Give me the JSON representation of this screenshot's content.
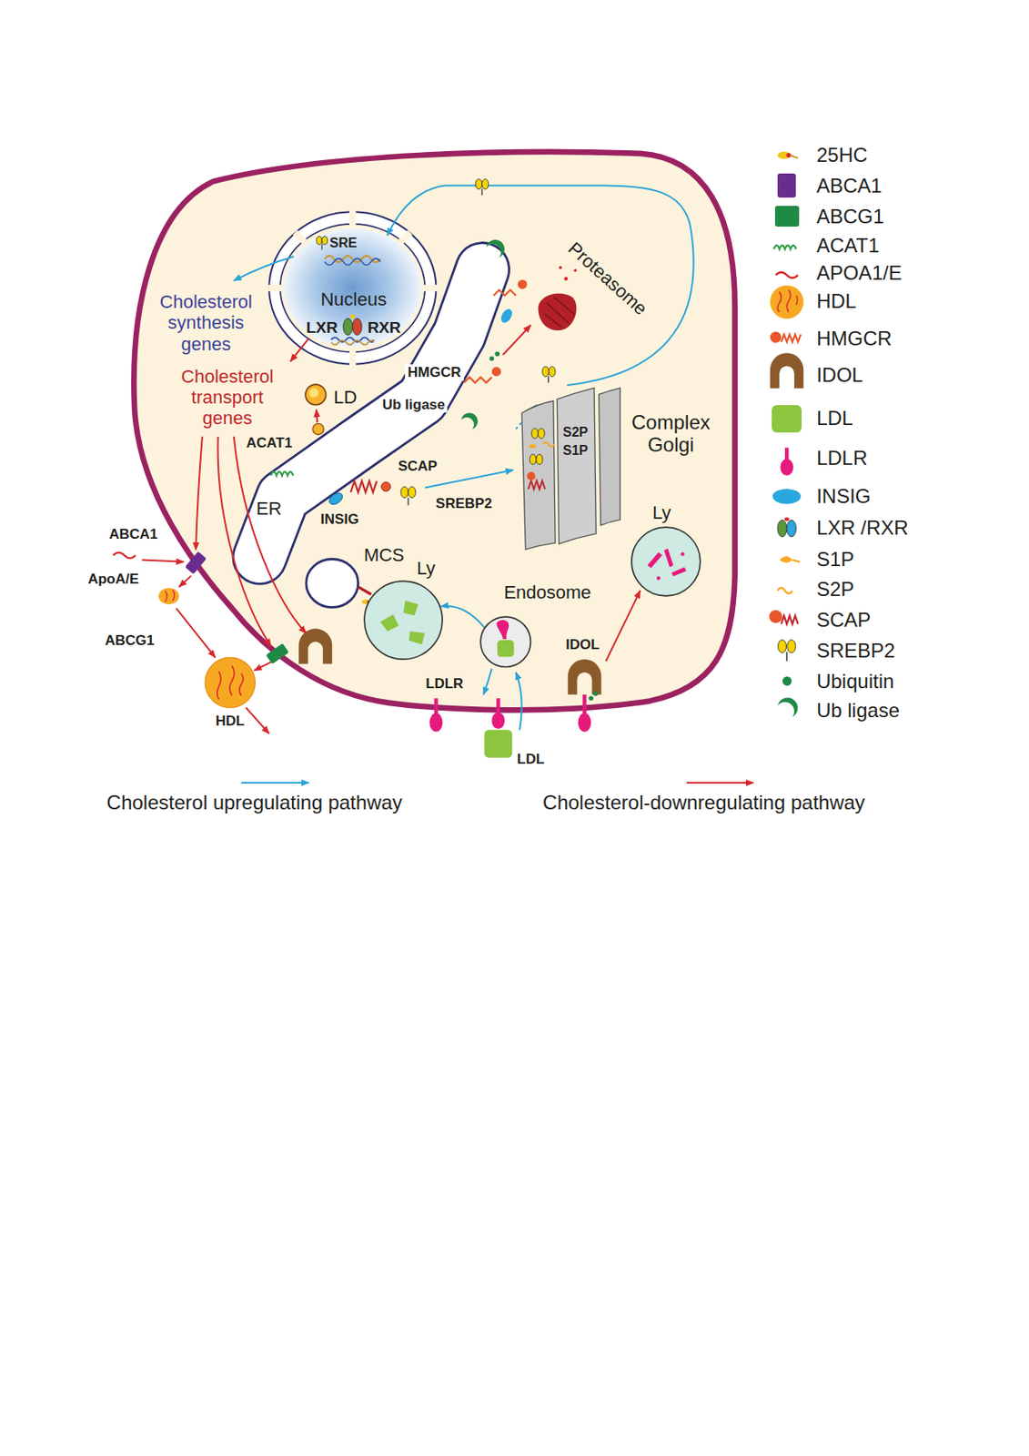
{
  "diagram": {
    "nodes": [
      {
        "text": [
          "Nucleus"
        ]
      },
      {
        "text": [
          "ER"
        ]
      },
      {
        "text": [
          "LD"
        ]
      },
      {
        "text": [
          "Ly"
        ]
      },
      {
        "text": [
          "Endosome"
        ]
      },
      {
        "text": [
          "Ly"
        ]
      },
      {
        "text": [
          "Complex Golgi"
        ]
      },
      {
        "text": [
          "Proteasome"
        ]
      },
      {
        "text": [
          "HDL"
        ]
      }
    ],
    "edges": [
      {
        "from": 6,
        "to": 0,
        "arrow": "to"
      },
      {
        "from": 4,
        "to": 3,
        "arrow": "to"
      }
    ],
    "labels": [
      "SRE",
      "LXR",
      "RXR",
      "Cholesterol synthesis genes",
      "Cholesterol transport genes",
      "HMGCR",
      "Ub ligase",
      "SCAP",
      "SREBP2",
      "INSIG",
      "ACAT1",
      "S2P",
      "S1P",
      "ABCA1",
      "ApoA/E",
      "ABCG1",
      "MCS",
      "LDLR",
      "IDOL",
      "LDL"
    ],
    "legend": [
      {
        "text": "25HC"
      },
      {
        "text": "ABCA1",
        "color": "#6a2c8e"
      },
      {
        "text": "ABCG1",
        "color": "#1f8a45"
      },
      {
        "text": "ACAT1"
      },
      {
        "text": "APOA1/E"
      },
      {
        "text": "HDL"
      },
      {
        "text": "HMGCR"
      },
      {
        "text": "IDOL"
      },
      {
        "text": "LDL",
        "color": "#8cc63f"
      },
      {
        "text": "LDLR"
      },
      {
        "text": "INSIG",
        "color": "#2aa7df"
      },
      {
        "text": "LXR /RXR"
      },
      {
        "text": "S1P"
      },
      {
        "text": "S2P"
      },
      {
        "text": "SCAP"
      },
      {
        "text": "SREBP2"
      },
      {
        "text": "Ubiquitin",
        "color": "#1f8a45"
      },
      {
        "text": "Ub ligase"
      },
      {
        "text": "Cholesterol upregulating pathway"
      },
      {
        "text": "Cholesterol-downregulating pathway"
      }
    ]
  }
}
